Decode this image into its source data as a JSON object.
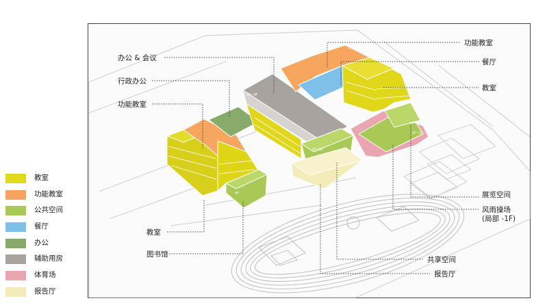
{
  "legend": {
    "items": [
      {
        "label": "教室",
        "color": "#e2d81c"
      },
      {
        "label": "功能教室",
        "color": "#f5a35e"
      },
      {
        "label": "公共空间",
        "color": "#a9c956"
      },
      {
        "label": "餐厅",
        "color": "#7fc0e8"
      },
      {
        "label": "办公",
        "color": "#88ab6b"
      },
      {
        "label": "辅助用房",
        "color": "#a8a39e"
      },
      {
        "label": "体育场",
        "color": "#e9a6b0"
      },
      {
        "label": "报告厅",
        "color": "#f4ecb8"
      }
    ]
  },
  "labels": {
    "bangong_huiyi": "办公 & 会议",
    "xingzheng": "行政办公",
    "gongneng_left": "功能教室",
    "jiaoshi_bottom": "教室",
    "tushuguan": "图书馆",
    "gongneng_right": "功能教室",
    "canting": "餐厅",
    "jiaoshi_right": "教室",
    "zhanlan": "展览空间",
    "fengyu_1": "风雨操场",
    "fengyu_2": "(局部 -1F)",
    "gongxiang": "共享空间",
    "baogaoting": "报告厅"
  },
  "floor_tags": {
    "a": "1F~3F",
    "b": "1F~3F",
    "c": "4F~5F",
    "d": "-1F~1F",
    "e": "4F",
    "f": "5F"
  }
}
